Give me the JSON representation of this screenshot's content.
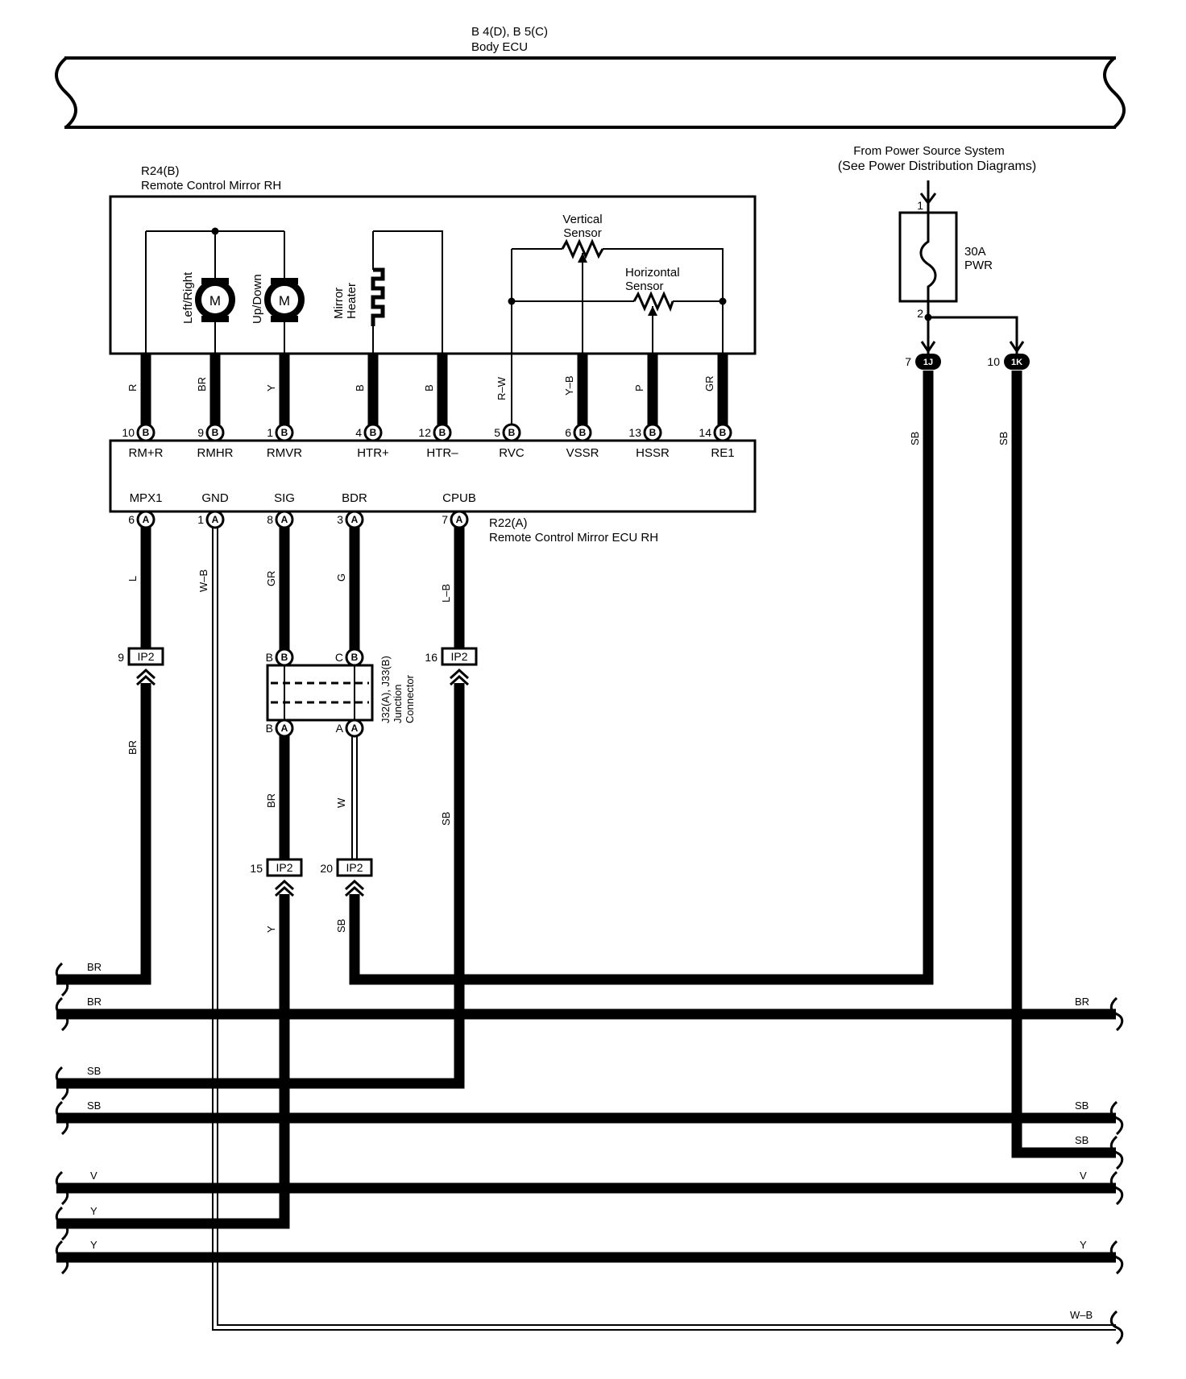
{
  "body_ecu": {
    "ref": "B 4(D), B 5(C)",
    "name": "Body ECU"
  },
  "mirror": {
    "ref": "R24(B)",
    "name": "Remote Control Mirror RH",
    "motor_lr": "Left/Right",
    "motor_ud": "Up/Down",
    "motor_symbol": "M",
    "heater_1": "Mirror",
    "heater_2": "Heater",
    "vsensor_1": "Vertical",
    "vsensor_2": "Sensor",
    "hsensor_1": "Horizontal",
    "hsensor_2": "Sensor"
  },
  "ecu": {
    "ref": "R22(A)",
    "name": "Remote Control Mirror ECU RH",
    "top_terms": [
      "RM+R",
      "RMHR",
      "RMVR",
      "HTR+",
      "HTR–",
      "RVC",
      "VSSR",
      "HSSR",
      "RE1"
    ],
    "bottom_terms": [
      "MPX1",
      "GND",
      "SIG",
      "BDR",
      "CPUB"
    ]
  },
  "top_pins": [
    "10",
    "9",
    "1",
    "4",
    "12",
    "5",
    "6",
    "13",
    "14"
  ],
  "top_wires": [
    "R",
    "BR",
    "Y",
    "B",
    "B",
    "R–W",
    "Y–B",
    "P",
    "GR"
  ],
  "bottom_pins": [
    "6",
    "1",
    "8",
    "3",
    "7"
  ],
  "bottom_wires": [
    "L",
    "W–B",
    "GR",
    "G",
    "L–B"
  ],
  "conn_b": "B",
  "conn_a": "A",
  "power": {
    "line1": "From Power Source System",
    "line2": "(See Power Distribution Diagrams)",
    "fuse_amp": "30A",
    "fuse_name": "PWR",
    "fuse_pin_in": "1",
    "fuse_pin_out": "2",
    "j1_pin": "7",
    "j1": "1J",
    "k1_pin": "10",
    "k1": "1K",
    "j1_wire": "SB",
    "k1_wire": "SB"
  },
  "ip2": {
    "name": "IP2",
    "pin_mpx": "9",
    "pin_cpub": "16",
    "pin_sig": "15",
    "pin_bdr": "20",
    "wire_mpx": "BR",
    "wire_cpub": "SB",
    "wire_sig_in": "BR",
    "wire_bdr_in": "W",
    "wire_sig_out": "Y",
    "wire_bdr_out": "SB"
  },
  "junction": {
    "ref": "J32(A), J33(B)",
    "l1": "Junction",
    "l2": "Connector",
    "pin_b": "B",
    "pin_c": "C",
    "pin_b2": "B",
    "pin_a": "A"
  },
  "bus": {
    "left": [
      "BR",
      "BR",
      "SB",
      "SB",
      "V",
      "Y",
      "Y"
    ],
    "right": [
      "BR",
      "SB",
      "SB",
      "V",
      "Y",
      "W–B"
    ]
  }
}
